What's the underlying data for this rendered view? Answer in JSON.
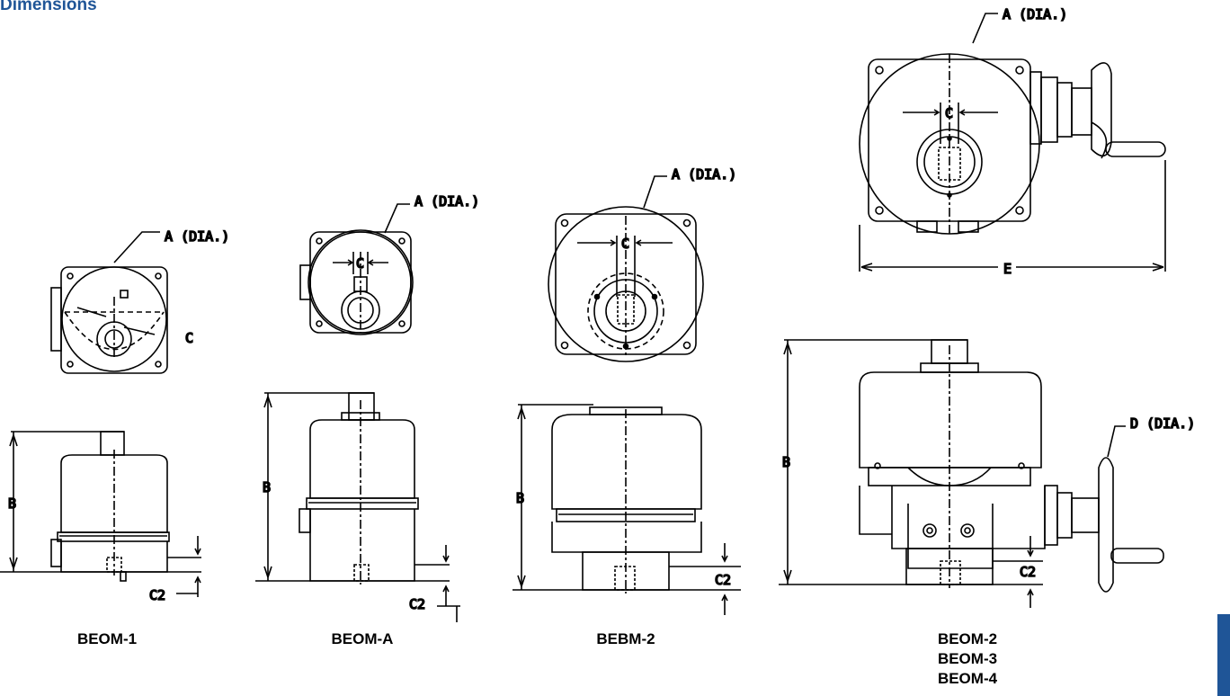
{
  "page": {
    "title": "Dimensions",
    "accent_color": "#1f5597"
  },
  "dimension_labels": {
    "a_dia": "A (DIA.)",
    "b": "B",
    "c": "C",
    "c2": "C2",
    "d_dia": "D (DIA.)",
    "e": "E"
  },
  "models": [
    {
      "name": "BEOM-1"
    },
    {
      "name": "BEOM-A"
    },
    {
      "name": "BEBM-2"
    },
    {
      "names": [
        "BEOM-2",
        "BEOM-3",
        "BEOM-4"
      ]
    }
  ]
}
